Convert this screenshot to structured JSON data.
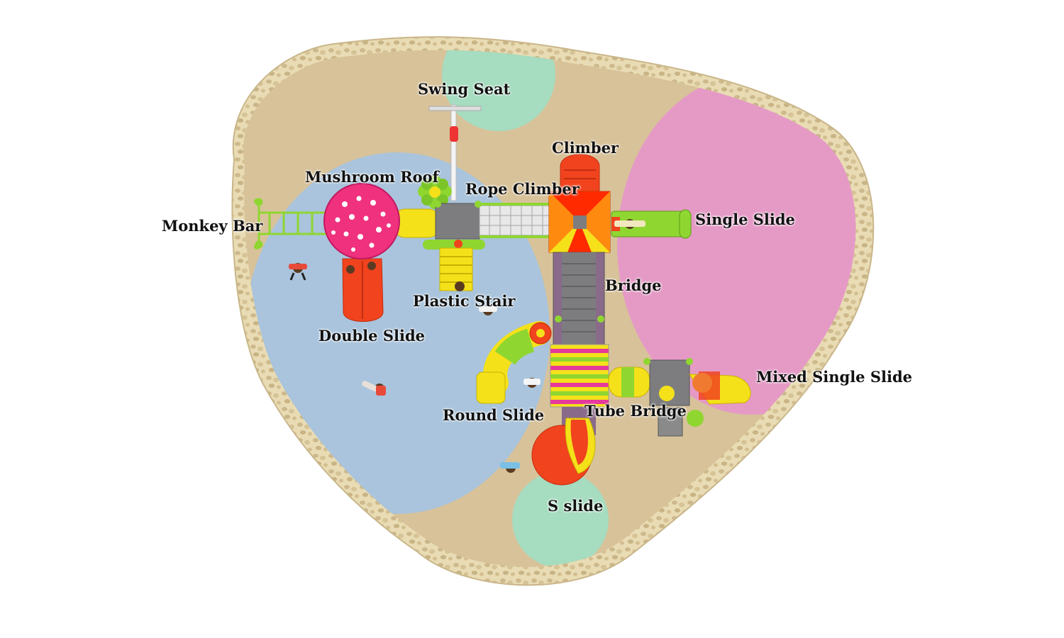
{
  "labels": {
    "swing_seat": "Swing Seat",
    "climber": "Climber",
    "mushroom_roof": "Mushroom Roof",
    "rope_climber": "Rope Climber",
    "monkey_bar": "Monkey Bar",
    "single_slide": "Single Slide",
    "bridge": "Bridge",
    "plastic_stair": "Plastic Stair",
    "double_slide": "Double Slide",
    "mixed_single_slide": "Mixed Single Slide",
    "round_slide": "Round Slide",
    "tube_bridge": "Tube Bridge",
    "s_slide": "S slide"
  },
  "colors": {
    "ground": "#d8c29a",
    "pebble_border": "#e6d9b0",
    "blue_zone": "#a9c4dc",
    "pink_zone": "#e59ac6",
    "mint_zone": "#a6dcc0",
    "slide_red": "#f0431e",
    "tube_yellow": "#f4e11a",
    "tube_green": "#8fd631",
    "mushroom_pink": "#f0317e",
    "deck_grey": "#7d7d80",
    "roof_orange": "#ff6a00",
    "roof_red": "#ff2a00"
  }
}
